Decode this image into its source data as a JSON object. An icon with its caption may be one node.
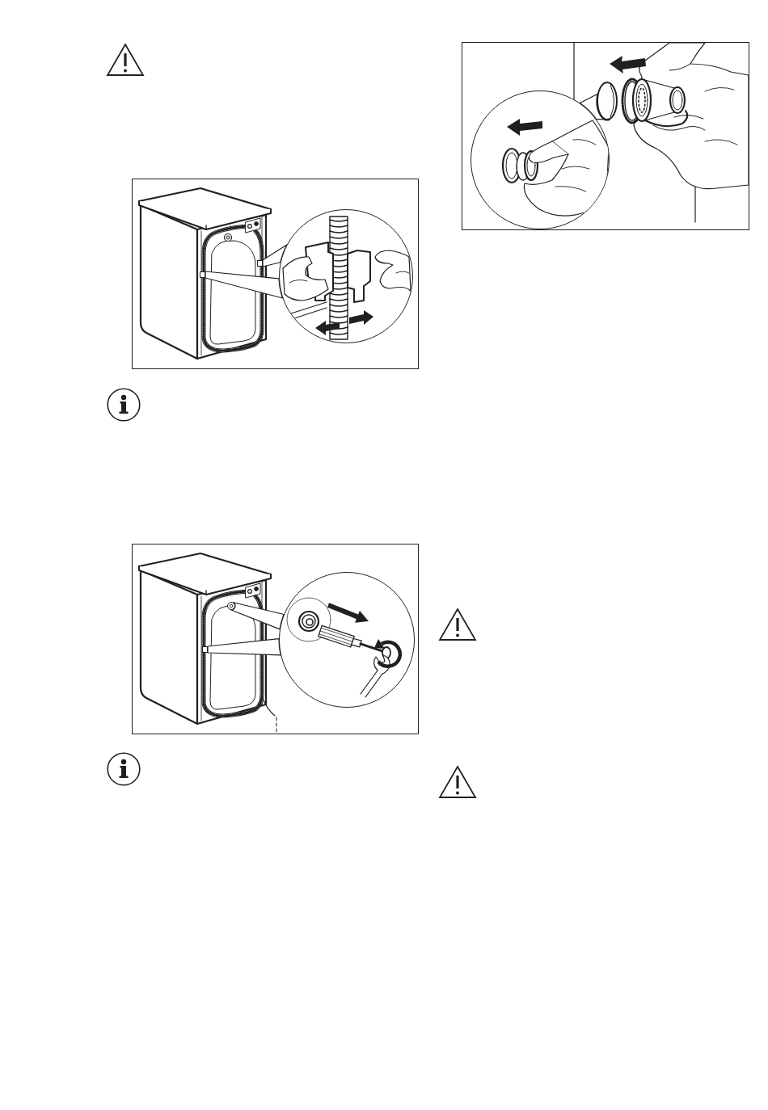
{
  "diagram": {
    "nodes": [
      {
        "text": [],
        "shape": "box"
      },
      {
        "text": [],
        "shape": "box"
      },
      {
        "text": [],
        "shape": "circle"
      },
      {
        "text": [],
        "shape": "circle"
      },
      {
        "text": [],
        "shape": "box"
      },
      {
        "text": [],
        "shape": "circle"
      },
      {
        "text": [],
        "shape": "circle"
      },
      {
        "text": [],
        "shape": "circle"
      }
    ],
    "edges": [
      {
        "from": 2,
        "to": 0,
        "arrow": "none"
      },
      {
        "from": 2,
        "to": 1,
        "arrow": "none"
      },
      {
        "from": 5,
        "to": 3,
        "arrow": "none"
      },
      {
        "from": 5,
        "to": 4,
        "arrow": "none"
      },
      {
        "from": 7,
        "to": 6,
        "arrow": "none"
      }
    ]
  }
}
